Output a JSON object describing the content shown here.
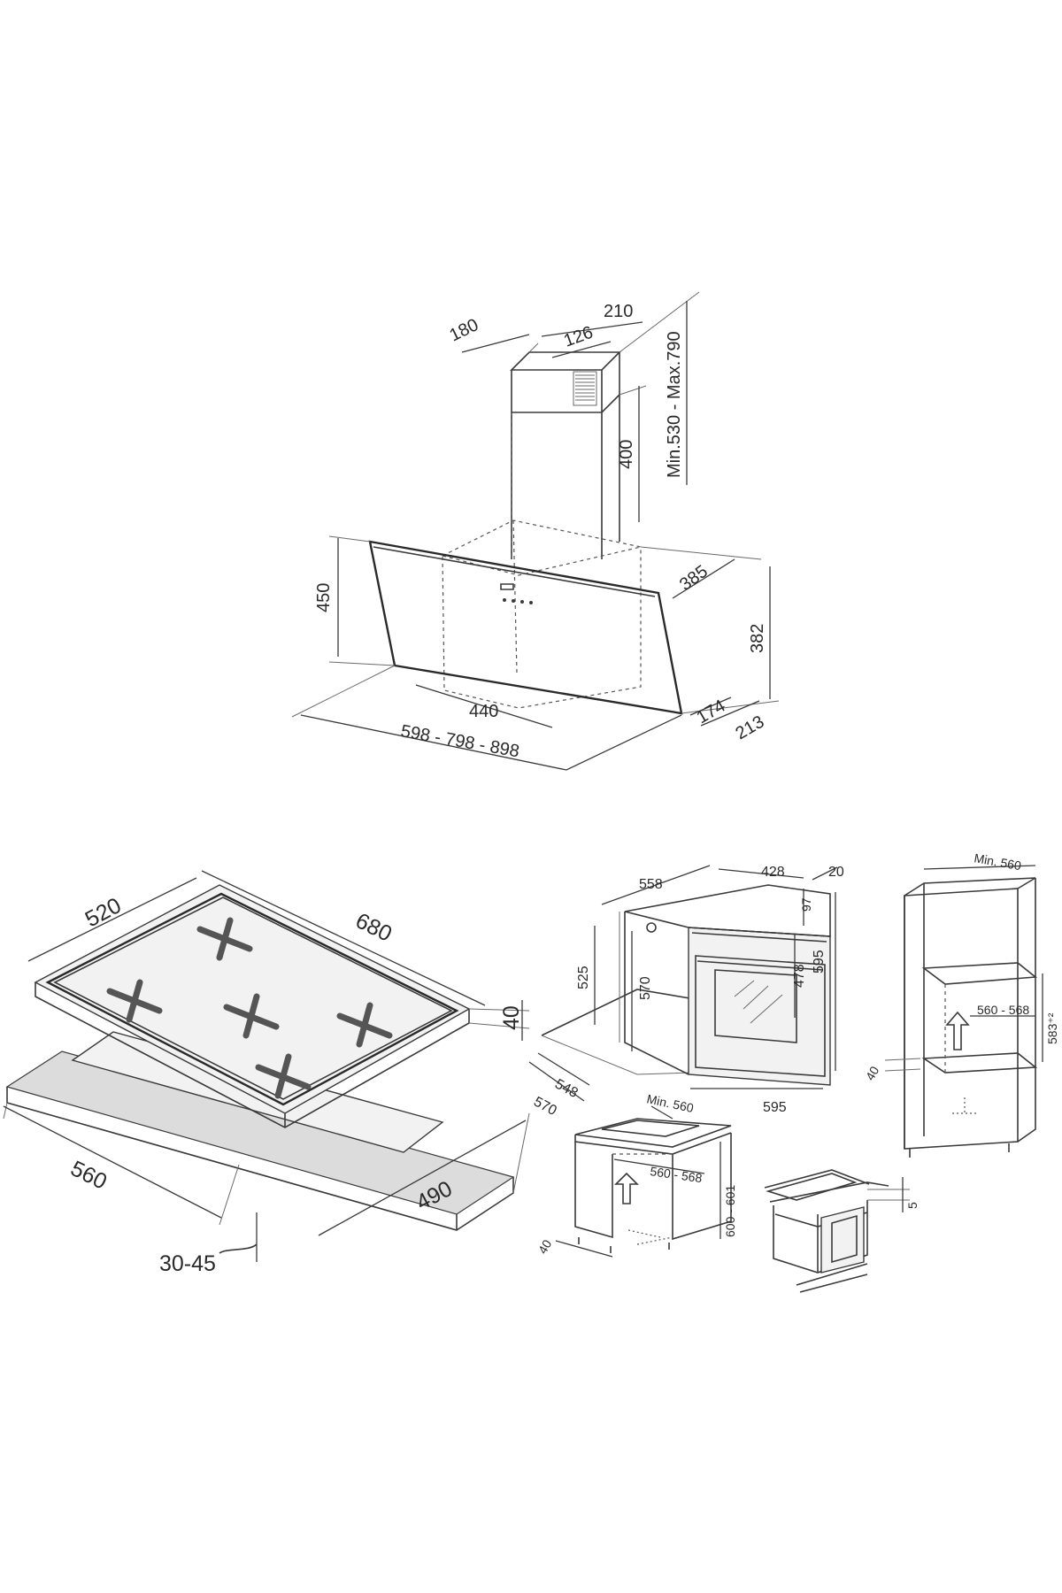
{
  "hood": {
    "d_180": "180",
    "d_210": "210",
    "d_126": "126",
    "d_min_max": "Min.530 - Max.790",
    "d_400": "400",
    "d_450": "450",
    "d_385": "385",
    "d_382": "382",
    "d_440": "440",
    "d_174": "174",
    "d_213": "213",
    "d_width": "598 - 798 - 898"
  },
  "hob": {
    "d_520": "520",
    "d_680": "680",
    "d_40": "40",
    "d_560": "560",
    "d_490": "490",
    "d_30_45": "30-45"
  },
  "oven": {
    "d_558": "558",
    "d_428": "428",
    "d_20": "20",
    "d_97": "97",
    "d_595_h": "595",
    "d_478": "478",
    "d_525": "525",
    "d_570_h": "570",
    "d_548": "548",
    "d_570_w": "570",
    "d_595_w": "595"
  },
  "column": {
    "d_min560": "Min. 560",
    "d_560_568": "560 - 568",
    "d_583": "583⁺²",
    "d_40": "40"
  },
  "under_counter": {
    "d_min560": "Min. 560",
    "d_560_568": "560 - 568",
    "d_600_601": "600 - 601",
    "d_40": "40"
  },
  "small_oven": {
    "d_5": "5"
  }
}
